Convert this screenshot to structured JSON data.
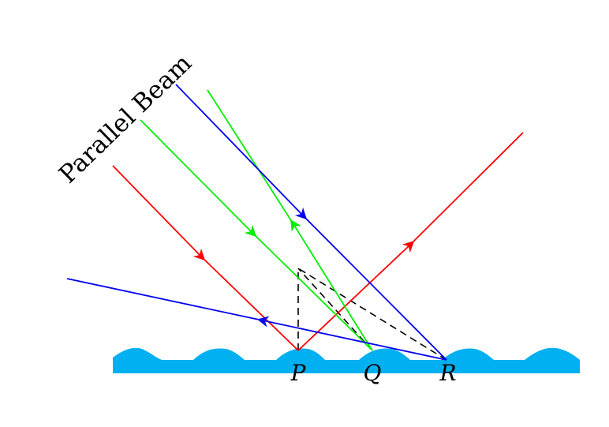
{
  "title": "Parallel Beam",
  "points": {
    "p": "P",
    "q": "Q",
    "r": "R"
  },
  "colors": {
    "surface": "#00B0F0",
    "red_ray": "#FF0000",
    "green_ray": "#00EE00",
    "blue_ray": "#0000EE",
    "normal": "#000000"
  }
}
